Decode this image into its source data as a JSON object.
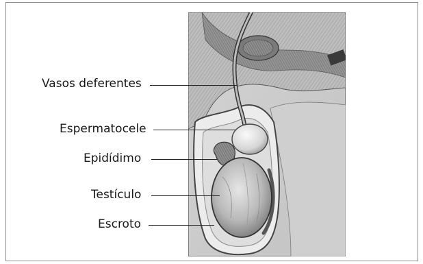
{
  "labels": {
    "vasos": "Vasos deferentes",
    "espermatocele": "Espermatocele",
    "epididimo": "Epidídimo",
    "testiculo": "Testículo",
    "escroto": "Escroto"
  }
}
